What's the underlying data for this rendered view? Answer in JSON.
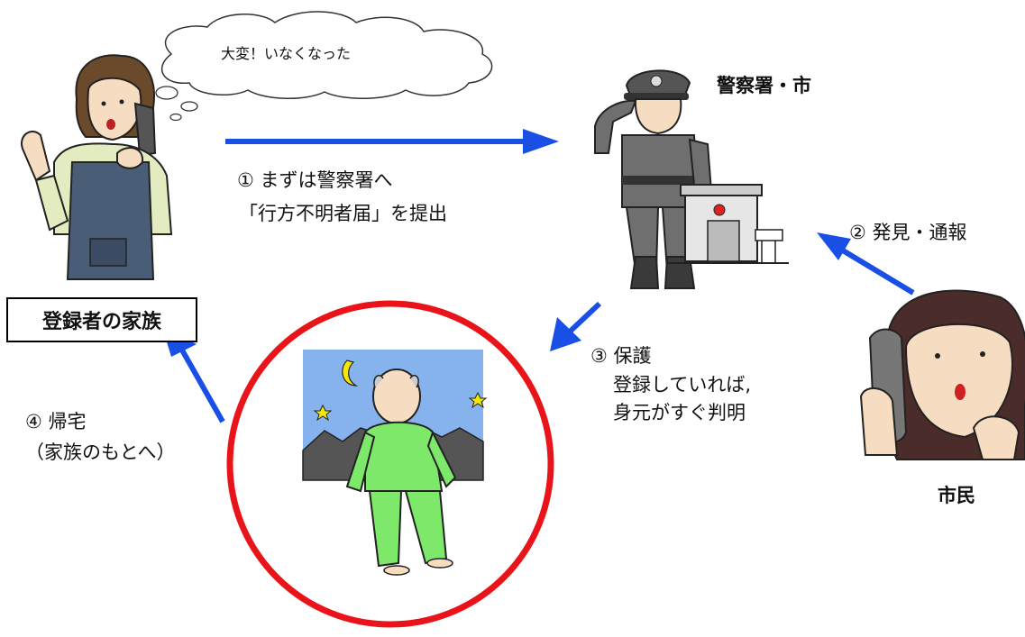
{
  "speech_bubble": "大変！いなくなった",
  "labels": {
    "family": "登録者の家族",
    "police": "警察署・市",
    "citizen": "市民"
  },
  "steps": {
    "step1_line1": "① まずは警察署へ",
    "step1_line2": "「行方不明者届」を提出",
    "step2": "② 発見・通報",
    "step3_line1": "③ 保護",
    "step3_line2": "登録していれば,",
    "step3_line3": "身元がすぐ判明",
    "step4_line1": "④ 帰宅",
    "step4_line2": "（家族のもとへ）"
  },
  "colors": {
    "arrow": "#1a4fe6",
    "circle": "#e8141a",
    "night_sky": "#86b3ee",
    "pajamas": "#7de86a"
  }
}
